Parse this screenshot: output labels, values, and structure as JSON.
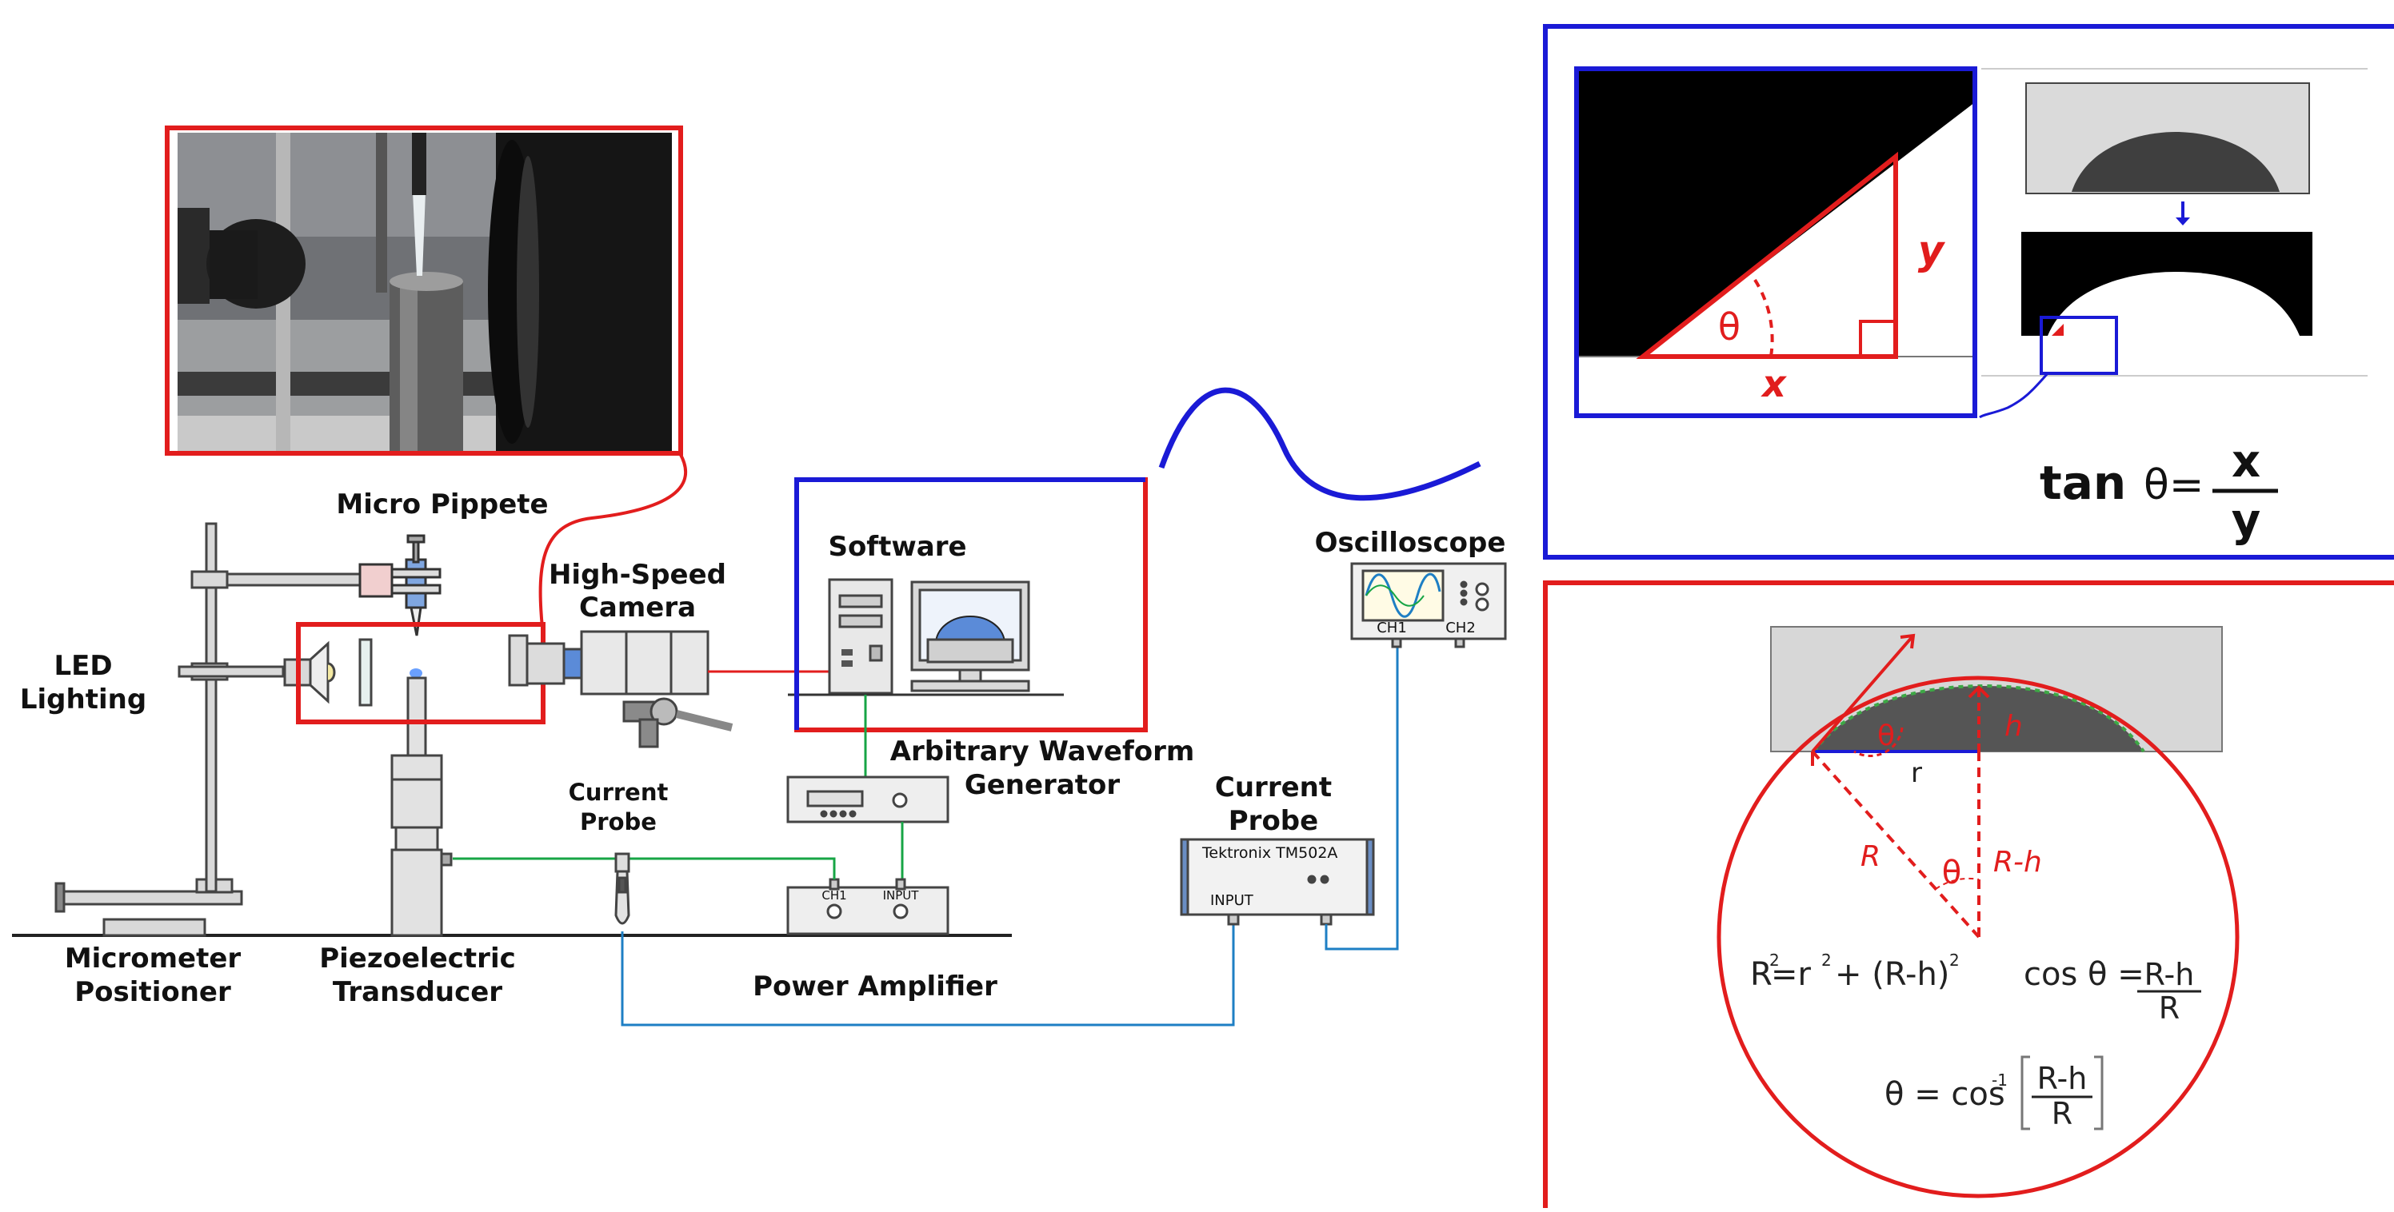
{
  "colors": {
    "red": "#e21d1d",
    "blue": "#1a1ad6",
    "green": "#17a545",
    "cable_blue": "#1e7fc4",
    "screen_blue": "#5b8bd8",
    "gray": "#d8d8d8"
  },
  "labels": {
    "micro_pipette": "Micro Pippete",
    "high_speed_camera_1": "High-Speed",
    "high_speed_camera_2": "Camera",
    "led_1": "LED",
    "led_2": "Lighting",
    "software": "Software",
    "oscilloscope": "Oscilloscope",
    "ch1": "CH1",
    "ch2": "CH2",
    "awg_1": "Arbitrary Waveform",
    "awg_2": "Generator",
    "current_probe_small_1": "Current",
    "current_probe_small_2": "Probe",
    "current_probe_large_1": "Current",
    "current_probe_large_2": "Probe",
    "tektronix": "Tektronix TM502A",
    "input": "INPUT",
    "amp_ch1": "CH1",
    "amp_input": "INPUT",
    "micrometer_1": "Micrometer",
    "micrometer_2": "Positioner",
    "piezo_1": "Piezoelectric",
    "piezo_2": "Transducer",
    "power_amplifier": "Power Amplifier"
  },
  "tangent_panel": {
    "theta": "θ",
    "x": "x",
    "y": "y",
    "formula_tan": "tan",
    "formula_theta": "θ=",
    "formula_num": "x",
    "formula_den": "y"
  },
  "circle_panel": {
    "theta_top": "θ",
    "h": "h",
    "r": "r",
    "R": "R",
    "theta_mid": "θ",
    "R_minus_h": "R-h",
    "eq1_left": "R",
    "eq1_rest": "=r",
    "eq1_plus": "+ (R-h)",
    "sup2": "2",
    "cos_left": "cos θ =",
    "cos_num": "R-h",
    "cos_den": "R",
    "inv_left": "θ = cos",
    "inv_sup": "-1",
    "inv_num": "R-h",
    "inv_den": "R"
  }
}
